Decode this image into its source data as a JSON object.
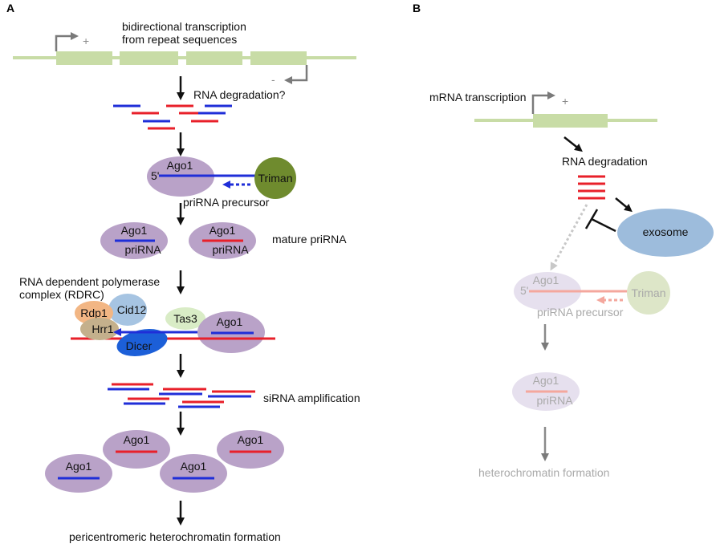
{
  "panel_a": {
    "label": "A",
    "transcription_title_1": "bidirectional transcription",
    "transcription_title_2": "from repeat sequences",
    "plus": "+",
    "minus": "-",
    "rna_degradation": "RNA degradation?",
    "ago1": "Ago1",
    "five_prime": "5'",
    "triman": "Triman",
    "pririna_precursor": "priRNA precursor",
    "pririna": "priRNA",
    "mature_pririna": "mature priRNA",
    "rdrc_line1": "RNA dependent polymerase",
    "rdrc_line2": "complex (RDRC)",
    "rdp1": "Rdp1",
    "cid12": "Cid12",
    "hrr1": "Hrr1",
    "tas3": "Tas3",
    "dicer": "Dicer",
    "sirna_amplification": "siRNA amplification",
    "heterochromatin": "pericentromeric heterochromatin formation"
  },
  "panel_b": {
    "label": "B",
    "mrna_transcription": "mRNA transcription",
    "plus": "+",
    "rna_degradation": "RNA degradation",
    "exosome": "exosome",
    "ago1": "Ago1",
    "five_prime": "5'",
    "triman": "Triman",
    "pririna_precursor": "priRNA precursor",
    "pririna": "priRNA",
    "heterochromatin": "heterochromatin formation"
  },
  "colors": {
    "dna_green": "#c8dca6",
    "ago1_purple": "#b9a2c8",
    "triman_green": "#6f8b2e",
    "red": "#e8202a",
    "blue": "#1f2ed8",
    "exosome_blue": "#9dbcdc",
    "rdp1_orange": "#f2b684",
    "cid12_blue": "#a6c4e2",
    "hrr1_tan": "#c4b08c",
    "tas3_green": "#d9ecc6",
    "dicer_blue": "#1c5fd8",
    "arrow_gray": "#7a7a7a",
    "faded_text": "#a9a9a9"
  }
}
